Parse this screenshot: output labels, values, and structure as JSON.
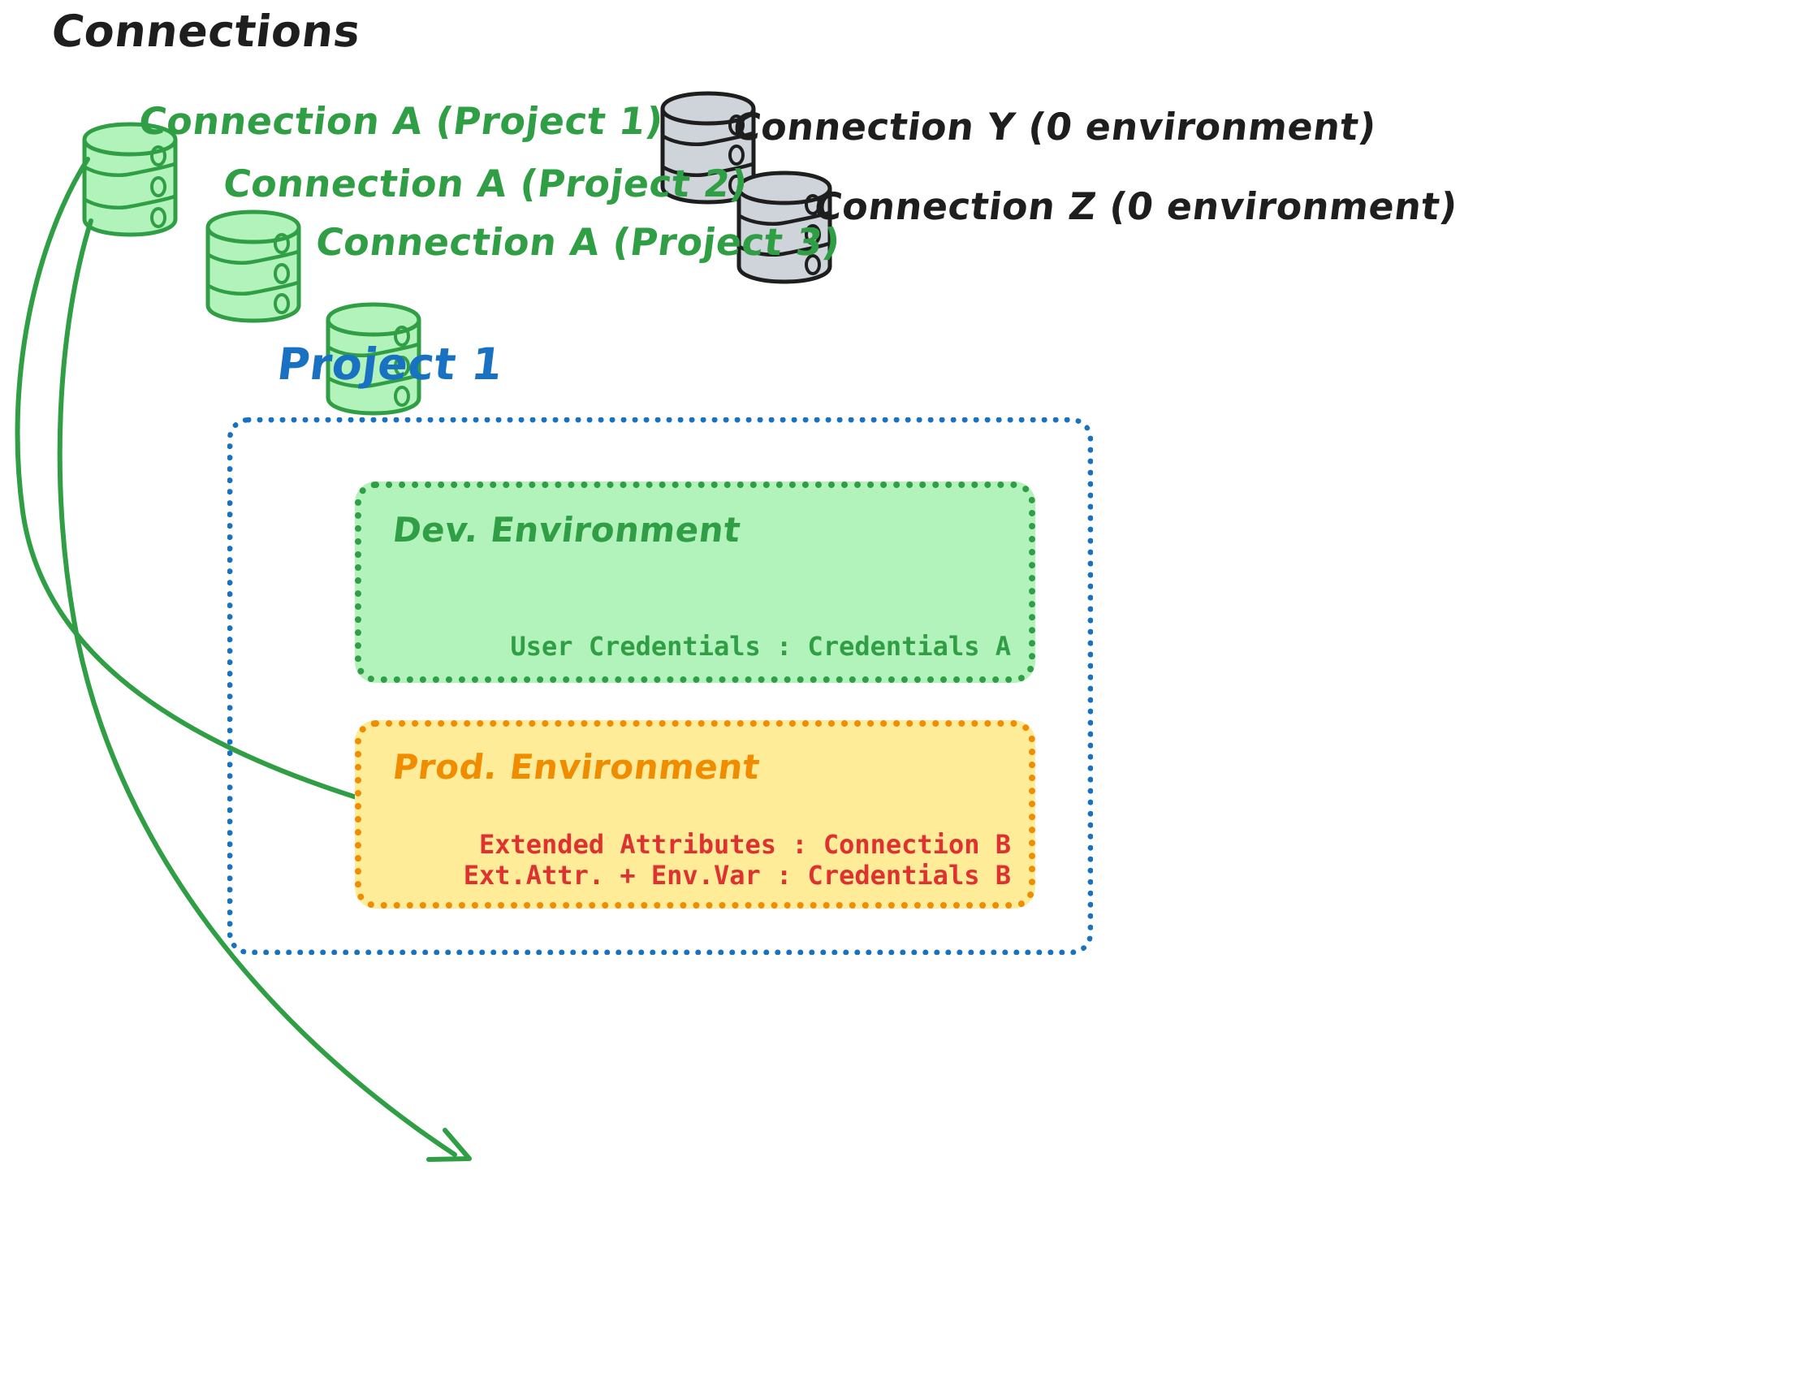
{
  "diagram": {
    "title": "Connections",
    "colors": {
      "green_stroke": "#2f9e44",
      "green_fill": "#b2f2bb",
      "grey_fill": "#ced4da",
      "grey_stroke": "#1e1e1e",
      "blue": "#1971c2",
      "orange": "#f08c00",
      "yellow_fill": "#ffec99",
      "red": "#e03131",
      "black": "#1e1e1e"
    },
    "connections_green": [
      {
        "icon": "database-icon",
        "label": "Connection A (Project 1)"
      },
      {
        "icon": "database-icon",
        "label": "Connection A (Project 2)"
      },
      {
        "icon": "database-icon",
        "label": "Connection A (Project 3)"
      }
    ],
    "connections_grey": [
      {
        "icon": "database-icon",
        "label": "Connection Y (0 environment)"
      },
      {
        "icon": "database-icon",
        "label": "Connection Z (0 environment)"
      }
    ],
    "project": {
      "title": "Project 1",
      "environments": [
        {
          "name": "Dev. Environment",
          "lines": [
            "User Credentials : Credentials A"
          ]
        },
        {
          "name": "Prod. Environment",
          "lines": [
            "Extended Attributes : Connection B",
            "Ext.Attr. + Env.Var : Credentials B"
          ]
        }
      ]
    },
    "arrows": [
      {
        "name": "arrow-to-dev-environment",
        "from": "Connection A (Project 1)",
        "to": "Dev. Environment"
      },
      {
        "name": "arrow-to-prod-environment",
        "from": "Connection A (Project 1)",
        "to": "Prod. Environment"
      }
    ]
  }
}
